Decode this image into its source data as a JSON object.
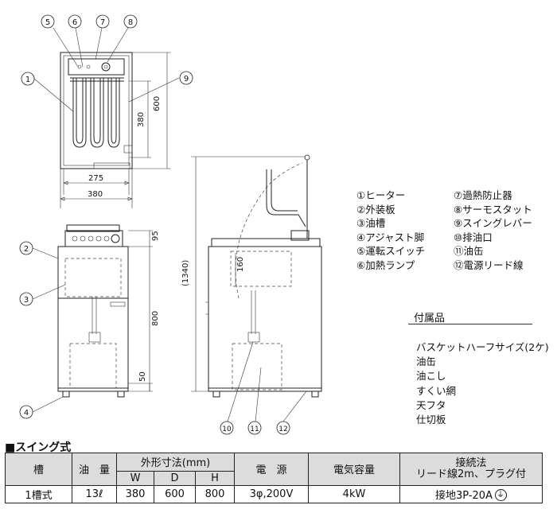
{
  "callouts": [
    "1",
    "2",
    "3",
    "4",
    "5",
    "6",
    "7",
    "8",
    "9",
    "10",
    "11",
    "12"
  ],
  "dimensions": {
    "d600": "600",
    "d380_side": "380",
    "d275": "275",
    "d380": "380",
    "d95": "95",
    "d800": "800",
    "d50": "50",
    "d1340": "(1340)",
    "d160": "160"
  },
  "parts_left": [
    "①ヒーター",
    "②外装板",
    "③油槽",
    "④アジャスト脚",
    "⑤運転スイッチ",
    "⑥加熱ランプ"
  ],
  "parts_right": [
    "⑦過熱防止器",
    "⑧サーモスタット",
    "⑨スイングレバー",
    "⑩排油口",
    "⑪油缶",
    "⑫電源リード線"
  ],
  "accessories": {
    "title": "付属品",
    "items": [
      "バスケットハーフサイズ(2ケ)",
      "油缶",
      "油こし",
      "すくい網",
      "天フタ",
      "仕切板"
    ]
  },
  "section_title": "■スイング式",
  "table": {
    "h_tank": "槽",
    "h_oil": "油　量",
    "h_dim": "外形寸法(mm)",
    "h_w": "W",
    "h_d": "D",
    "h_h": "H",
    "h_power": "電　源",
    "h_capacity": "電気容量",
    "h_conn1": "接続法",
    "h_conn2": "リード線2m、プラグ付",
    "r_tank": "1槽式",
    "r_oil": "13ℓ",
    "r_w": "380",
    "r_d": "600",
    "r_h": "800",
    "r_power": "3φ,200V",
    "r_capacity": "4kW",
    "r_conn": "接地3P-20A"
  }
}
